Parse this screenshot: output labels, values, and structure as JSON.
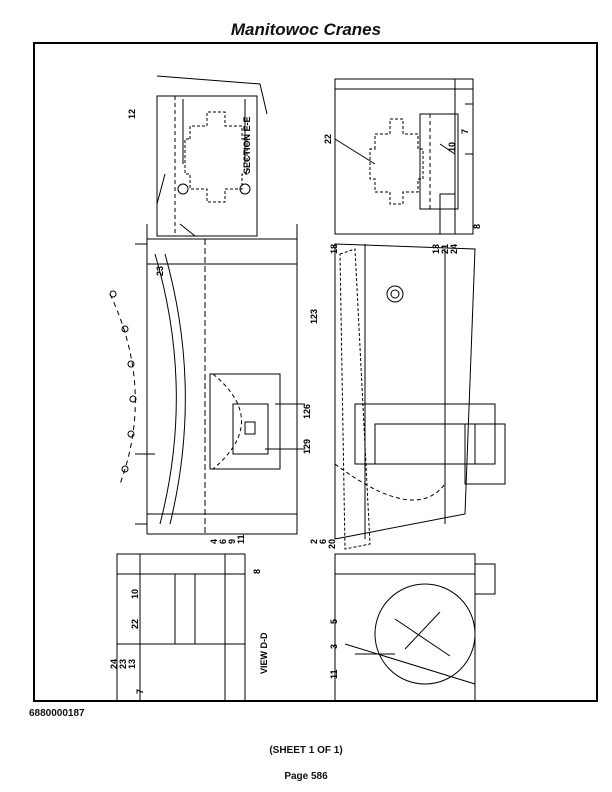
{
  "header": {
    "title": "Manitowoc Cranes"
  },
  "drawing": {
    "section_label": "SECTION E-E",
    "view_label": "VIEW D-D",
    "callouts": {
      "c12": "12",
      "c22a": "22",
      "c10a": "10",
      "c7a": "7",
      "c8a": "8",
      "c13a": "13",
      "c21": "21",
      "c24a": "24",
      "c18": "18",
      "c23a": "23",
      "c123": "123",
      "c126": "126",
      "c129": "129",
      "c4": "4",
      "c6a": "6",
      "c9": "9",
      "c11a": "11",
      "c2": "2",
      "c6b": "6",
      "c20": "20",
      "c10b": "10",
      "c22b": "22",
      "c8b": "8",
      "c24b": "24",
      "c23b": "23",
      "c13b": "13",
      "c7b": "7",
      "c5": "5",
      "c3": "3",
      "c11b": "11"
    }
  },
  "footer": {
    "doc_number": "6880000187",
    "sheet": "(SHEET 1 OF 1)",
    "page": "Page 586"
  }
}
